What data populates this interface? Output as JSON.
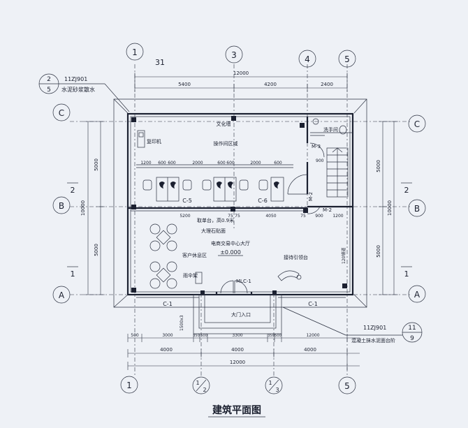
{
  "title": "建筑平面图",
  "grid_cols_top": [
    "1",
    "3",
    "4",
    "5"
  ],
  "grid_cols_bottom": [
    "1",
    "1/2",
    "1/3",
    "5"
  ],
  "grid_cols_bottom_parts": [
    [
      "1",
      ""
    ],
    [
      "1",
      "2"
    ],
    [
      "1",
      "3"
    ],
    [
      "5",
      ""
    ]
  ],
  "grid_rows_left": [
    "C",
    "B",
    "A"
  ],
  "grid_rows_right": [
    "C",
    "B",
    "A"
  ],
  "scribble": "31",
  "dims_top": {
    "total": "12000",
    "seg1": "5400",
    "seg2": "4200",
    "seg3": "2400"
  },
  "dims_bottom_inner": [
    "500",
    "3000",
    "350",
    "500",
    "3300",
    "350",
    "500",
    "12000"
  ],
  "dims_bottom_mid": [
    "4000",
    "4000",
    "4000"
  ],
  "dims_bottom_total": "12000",
  "dims_left": {
    "total": "10000",
    "top": "5000",
    "bottom": "5000"
  },
  "dims_right": {
    "total": "10000",
    "top": "5000",
    "bottom": "5000"
  },
  "half_marks": {
    "left": [
      "2",
      "1"
    ],
    "right": [
      "2",
      "1"
    ]
  },
  "ref_top_left": {
    "code": "11ZJ901",
    "num": "2",
    "den": "5",
    "note": "水泥砂浆散水"
  },
  "ref_bottom_right": {
    "code": "11ZJ901",
    "num": "11",
    "den": "9",
    "note": "混凝土抹水泥面台阶"
  },
  "rooms": {
    "culture_wall": "文化墙",
    "copier": "复印机",
    "operation_area": "操作间区域",
    "washroom": "洗手间",
    "m3": "M-3",
    "m3_dim": "900",
    "m2_side": "M-2",
    "m2_bottom": "M-2",
    "c5": "C-5",
    "c6": "C-6",
    "counter": "取单台，高0.9米",
    "marble": "大理石贴面",
    "lounge": "客户休息区",
    "hall": "电商交易中心大厅",
    "elevation": "±0.000",
    "reception": "接待引领台",
    "umbrella": "雨伞架",
    "mlc1": "MLC-1",
    "c1_left": "C-1",
    "c1_right": "C-1",
    "entrance": "大门入口",
    "ramp": "120坡道",
    "steps": "1500x3"
  },
  "inner_dims_top": [
    "1200",
    "600",
    "600",
    "2000",
    "600",
    "600",
    "2000",
    "600"
  ],
  "inner_dims_mid": [
    "5200",
    "75",
    "75",
    "4050",
    "75",
    "900",
    "1200"
  ],
  "colors": {
    "paper": "#eef1f6",
    "ink": "#1f2533"
  }
}
